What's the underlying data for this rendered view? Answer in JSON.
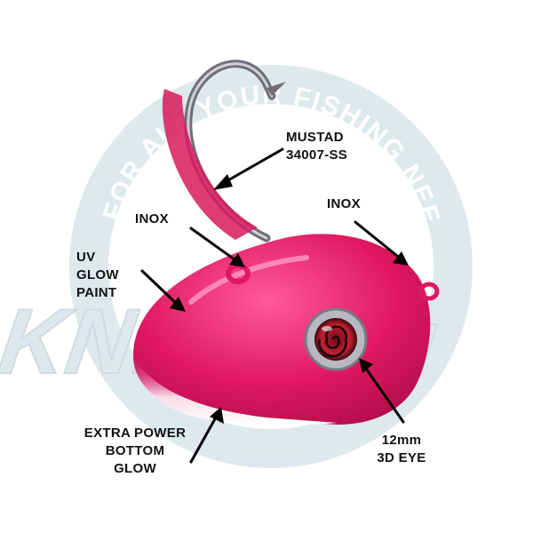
{
  "watermark": {
    "arc_text": "FOR ALL YOUR FISHING NEEDS",
    "logo_text": "KNfishing",
    "color": "#d9e6ea"
  },
  "product": {
    "body_color": "#e0185f",
    "highlight_color": "#ff6aa0",
    "glow_color": "#f4e6ee",
    "hook_color": "#8c8c94"
  },
  "annotations": {
    "mustad": {
      "lines": [
        "MUSTAD",
        "34007-SS"
      ]
    },
    "inox_left": {
      "lines": [
        "INOX"
      ]
    },
    "inox_right": {
      "lines": [
        "INOX"
      ]
    },
    "uv_glow": {
      "lines": [
        "UV",
        "GLOW",
        "PAINT"
      ]
    },
    "bottom_glow": {
      "lines": [
        "EXTRA POWER",
        "BOTTOM",
        "GLOW"
      ]
    },
    "eye": {
      "lines": [
        "12mm",
        "3D EYE"
      ]
    }
  },
  "arrow_color": "#000000"
}
